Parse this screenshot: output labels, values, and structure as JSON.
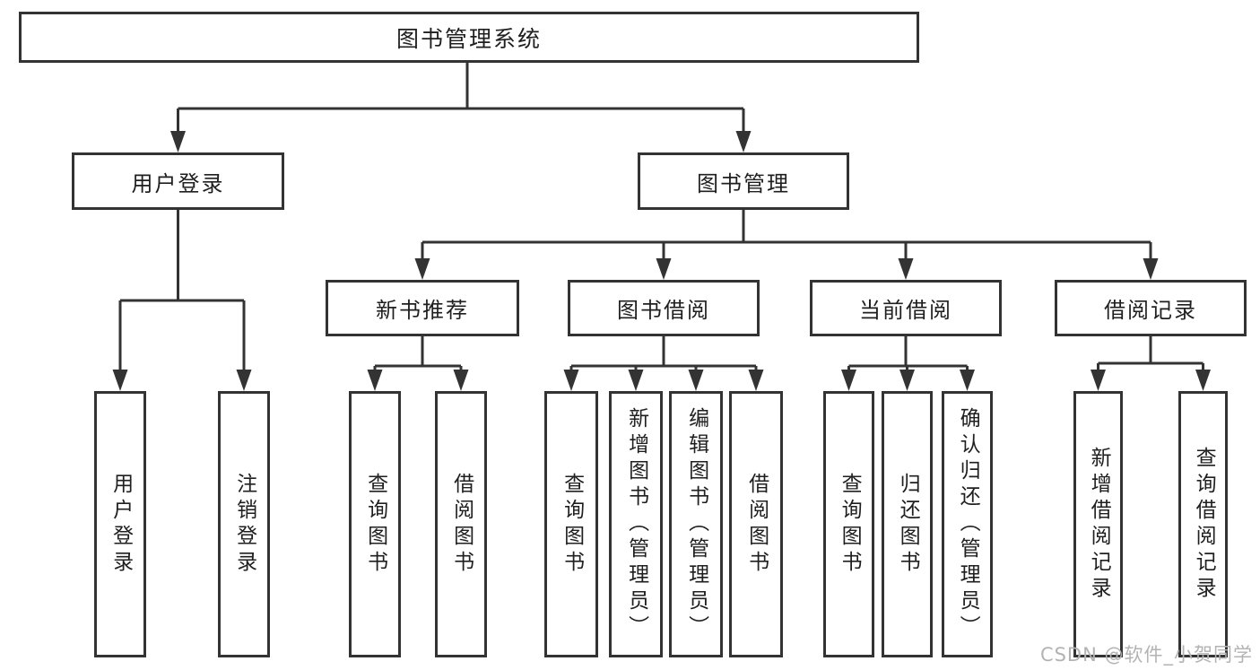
{
  "diagram": {
    "root": {
      "label": "图书管理系统"
    },
    "level2": [
      {
        "label": "用户登录"
      },
      {
        "label": "图书管理"
      }
    ],
    "level3": [
      {
        "label": "新书推荐"
      },
      {
        "label": "图书借阅"
      },
      {
        "label": "当前借阅"
      },
      {
        "label": "借阅记录"
      }
    ],
    "leaves": [
      {
        "label": "用户登录"
      },
      {
        "label": "注销登录"
      },
      {
        "label": "查询图书"
      },
      {
        "label": "借阅图书"
      },
      {
        "label": "查询图书"
      },
      {
        "label": "新增图书（管理员）"
      },
      {
        "label": "编辑图书（管理员）"
      },
      {
        "label": "借阅图书"
      },
      {
        "label": "查询图书"
      },
      {
        "label": "归还图书"
      },
      {
        "label": "确认归还（管理员）"
      },
      {
        "label": "新增借阅记录"
      },
      {
        "label": "查询借阅记录"
      }
    ]
  },
  "watermark": {
    "text": "CSDN @软件_小贺同学"
  },
  "colors": {
    "line": "#333333",
    "text": "#1f1f1f",
    "watermark": "#b3b3b3",
    "background": "#ffffff"
  }
}
